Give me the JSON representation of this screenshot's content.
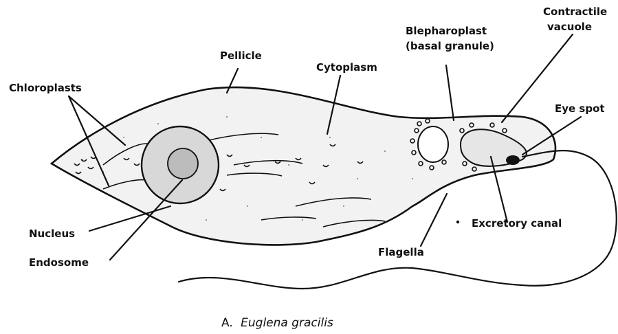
{
  "labels": {
    "chloroplasts": "Chloroplasts",
    "pellicle": "Pellicle",
    "cytoplasm": "Cytoplasm",
    "blepharoplast_line1": "Blepharoplast",
    "blepharoplast_line2": "(basal granule)",
    "contractile_line1": "Contractile",
    "contractile_line2": "vacuole",
    "eye_spot": "Eye spot",
    "nucleus": "Nucleus",
    "endosome": "Endosome",
    "excretory_canal": "Excretory canal",
    "flagella": "Flagella"
  },
  "caption": {
    "prefix": "A.",
    "species": "Euglena gracilis"
  }
}
